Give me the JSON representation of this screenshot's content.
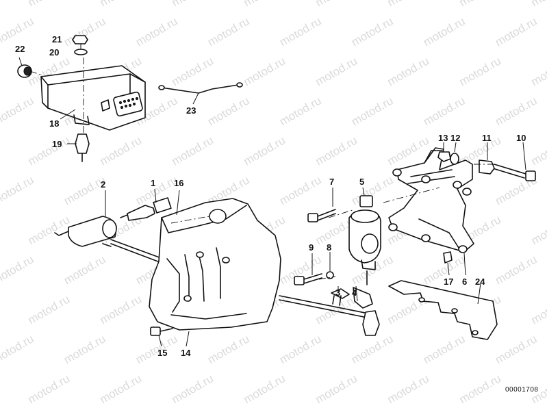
{
  "watermark": "motod.ru",
  "document_number": "00001708",
  "callouts": {
    "c1": "1",
    "c2": "2",
    "c3": "3",
    "c4": "4",
    "c5": "5",
    "c6": "6",
    "c7": "7",
    "c8": "8",
    "c9": "9",
    "c10": "10",
    "c11": "11",
    "c12": "12",
    "c13": "13",
    "c14": "14",
    "c15": "15",
    "c16": "16",
    "c17": "17",
    "c18": "18",
    "c19": "19",
    "c20": "20",
    "c21": "21",
    "c22": "22",
    "c23": "23",
    "c24": "24"
  }
}
